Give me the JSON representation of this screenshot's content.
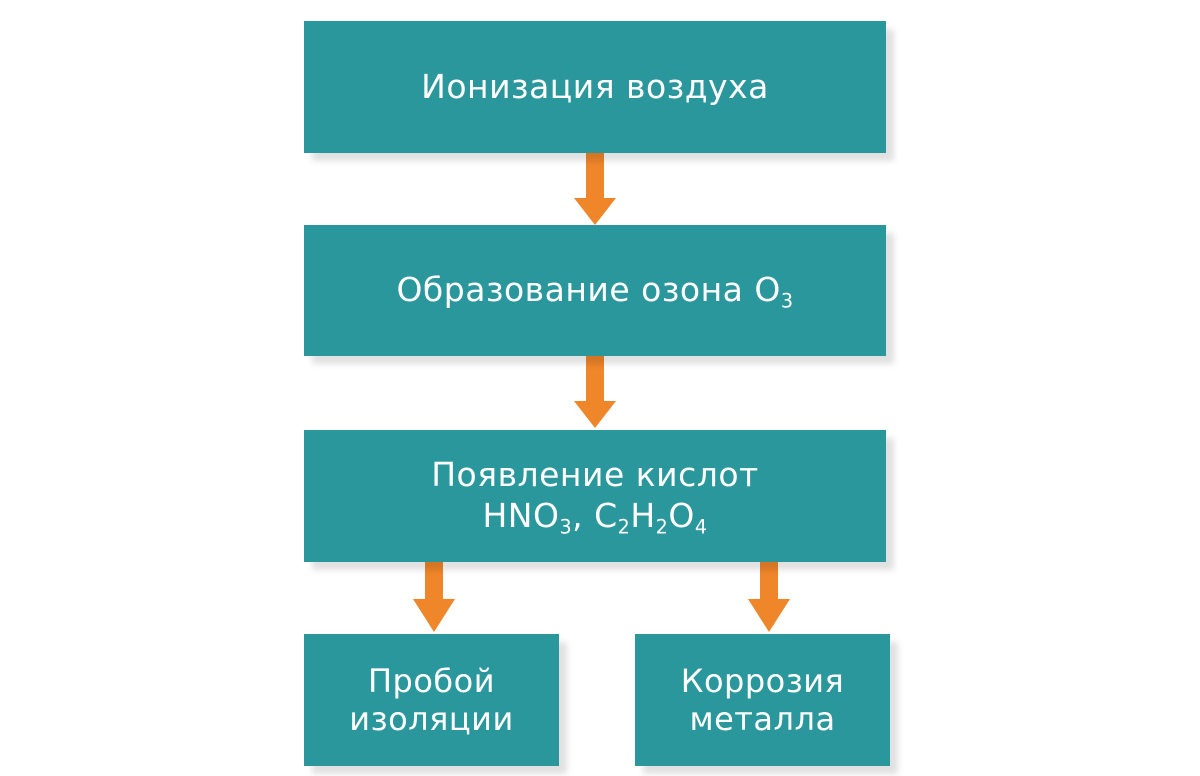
{
  "diagram": {
    "box1": {
      "text": "Ионизация воздуха"
    },
    "box2": {
      "text": "Образование озона O",
      "sub": "3"
    },
    "box3": {
      "line1": "Появление кислот",
      "line2": {
        "p1": "HNO",
        "s1": "3",
        "p2": ", C",
        "s2": "2",
        "p3": "H",
        "s3": "2",
        "p4": "O",
        "s4": "4"
      }
    },
    "box4": {
      "line1": "Пробой",
      "line2": "изоляции"
    },
    "box5": {
      "line1": "Коррозия",
      "line2": "металла"
    }
  },
  "colors": {
    "box": "#2a979d",
    "arrow": "#f0862a",
    "text": "#ffffff"
  }
}
